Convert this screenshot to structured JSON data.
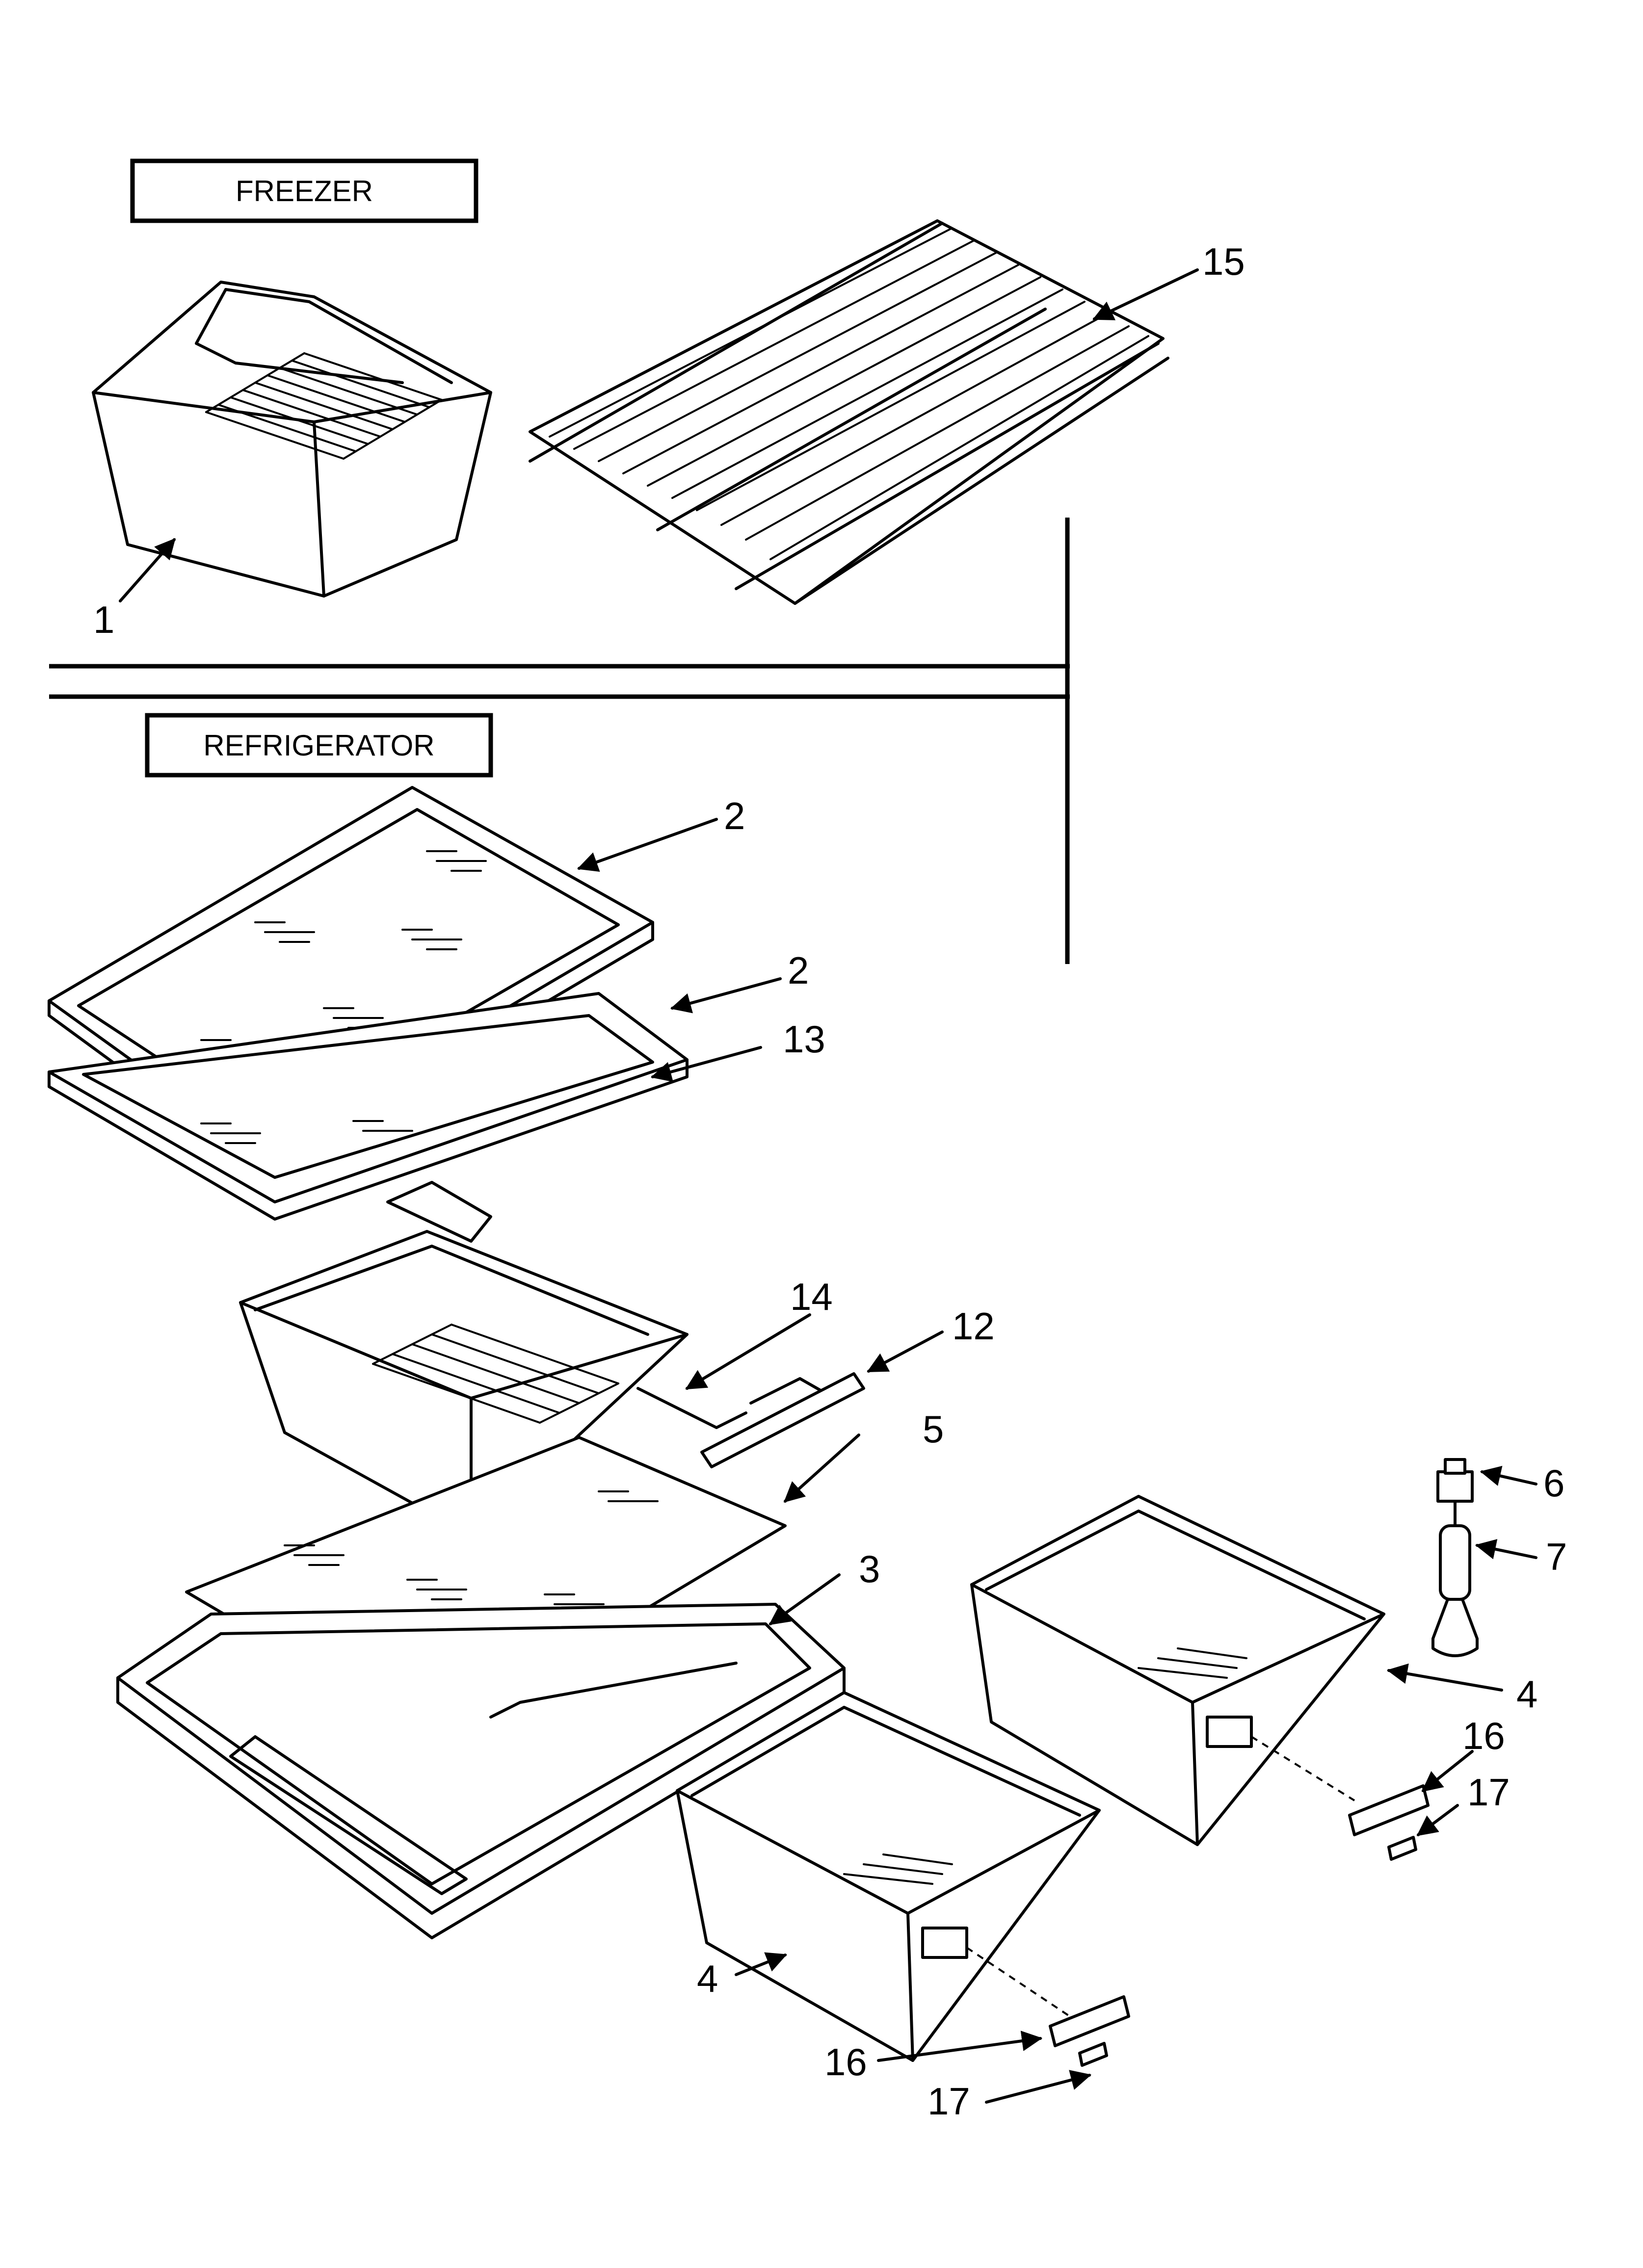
{
  "sections": {
    "freezer": "FREEZER",
    "refrigerator": "REFRIGERATOR"
  },
  "callouts": {
    "c1": "1",
    "c15": "15",
    "c2a": "2",
    "c2b": "2",
    "c13": "13",
    "c14": "14",
    "c12": "12",
    "c5": "5",
    "c3": "3",
    "c6": "6",
    "c7": "7",
    "c4a": "4",
    "c16a": "16",
    "c17a": "17",
    "c4b": "4",
    "c16b": "16",
    "c17b": "17"
  }
}
